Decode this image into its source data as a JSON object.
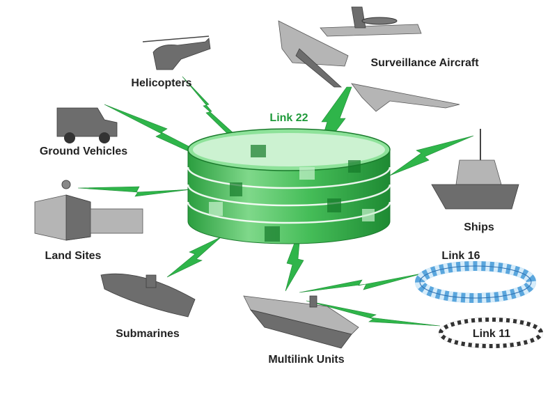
{
  "network": {
    "title": "Link 22",
    "color": "#2fb54a",
    "nodes": {
      "helicopters": "Helicopters",
      "surveillance_aircraft": "Surveillance Aircraft",
      "ground_vehicles": "Ground Vehicles",
      "ships": "Ships",
      "land_sites": "Land Sites",
      "submarines": "Submarines",
      "multilink_units": "Multilink Units"
    },
    "other_links": {
      "link16": "Link 16",
      "link11": "Link 11"
    }
  }
}
